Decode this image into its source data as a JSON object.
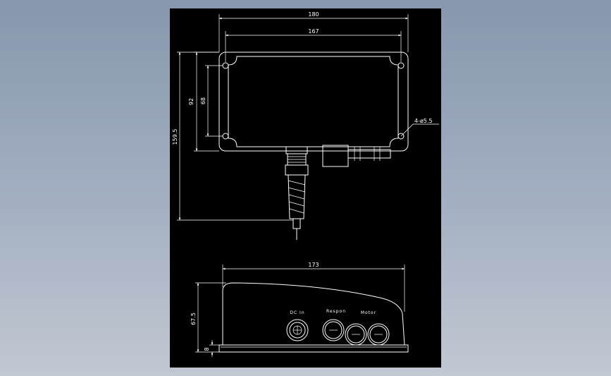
{
  "colors": {
    "sheet": "#000000",
    "line": "#ffffff"
  },
  "top_view": {
    "dims": {
      "overall_width": "180",
      "hole_spacing_x": "167",
      "overall_height": "92",
      "hole_spacing_y": "68",
      "total_length": "159.5",
      "holes": "4-ø5.5"
    }
  },
  "front_view": {
    "dims": {
      "width": "173",
      "height": "67.5",
      "base": "8"
    },
    "labels": {
      "dc_in": "DC In",
      "respon": "Respon",
      "motor": "Motor"
    }
  }
}
